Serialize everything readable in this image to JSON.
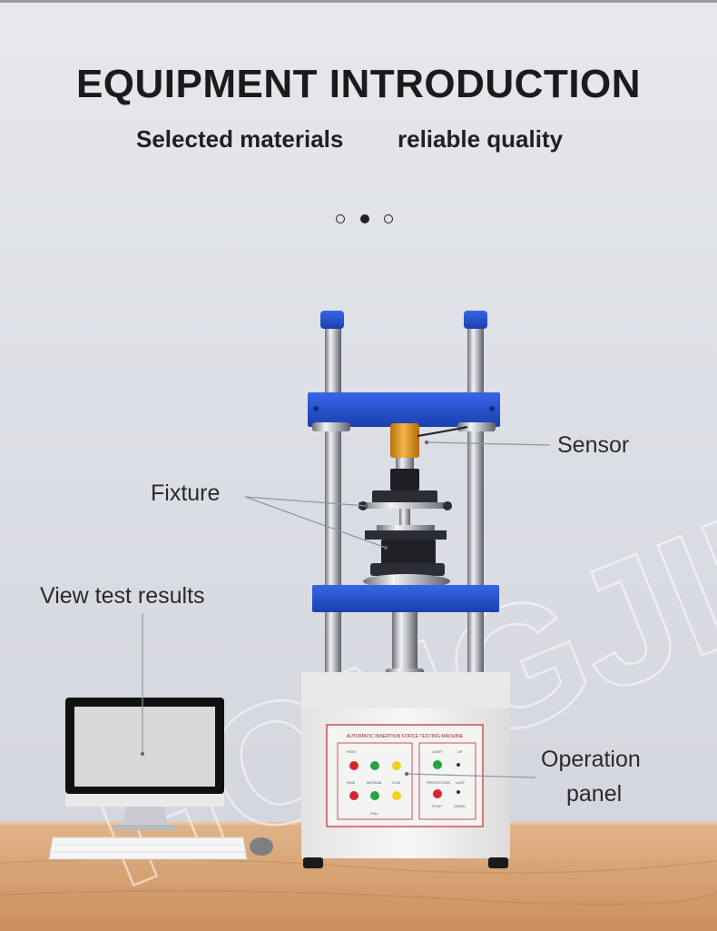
{
  "header": {
    "title": "EQUIPMENT INTRODUCTION",
    "subtitle_left": "Selected materials",
    "subtitle_right": "reliable quality"
  },
  "carousel": {
    "dot_count": 3,
    "active_index": 1
  },
  "callouts": {
    "sensor": "Sensor",
    "fixture": "Fixture",
    "view_results": "View test results",
    "operation_line1": "Operation",
    "operation_line2": "panel"
  },
  "machine": {
    "panel_title": "AUTOMATIC INSERTION FORCE TESTING MACHINE",
    "left_buttons": [
      "HIGH",
      "MEDIUM",
      "LOW",
      "RISE",
      "FALL"
    ],
    "right_labels": [
      "LIGHT",
      "UP",
      "PROTECTION",
      "LIMIT",
      "STOP",
      "DOWN"
    ]
  },
  "watermark": "HONGJIN",
  "colors": {
    "accent_blue": "#1f4fd0",
    "sensor_orange": "#e39a1b",
    "desk_wood": "#d9a577",
    "cabinet_white": "#f1f1f1"
  }
}
